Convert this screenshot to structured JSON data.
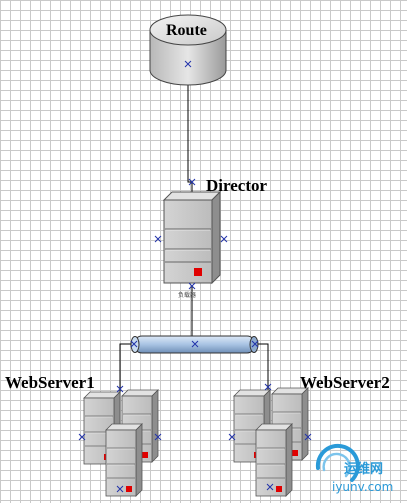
{
  "diagram": {
    "router": {
      "label": "Route"
    },
    "director": {
      "label": "Director",
      "caption": "负载器"
    },
    "server1": {
      "label": "WebServer1"
    },
    "server2": {
      "label": "WebServer2"
    },
    "watermark": {
      "title": "运维网",
      "subtitle": "iyunv.com"
    },
    "colors": {
      "line": "#000000",
      "router_top": "#e8e8e8",
      "server_body": "#c8c8c8",
      "server_led": "#e00000",
      "bus": "#a9c4e4",
      "watermark": "#2a9ad8"
    }
  }
}
